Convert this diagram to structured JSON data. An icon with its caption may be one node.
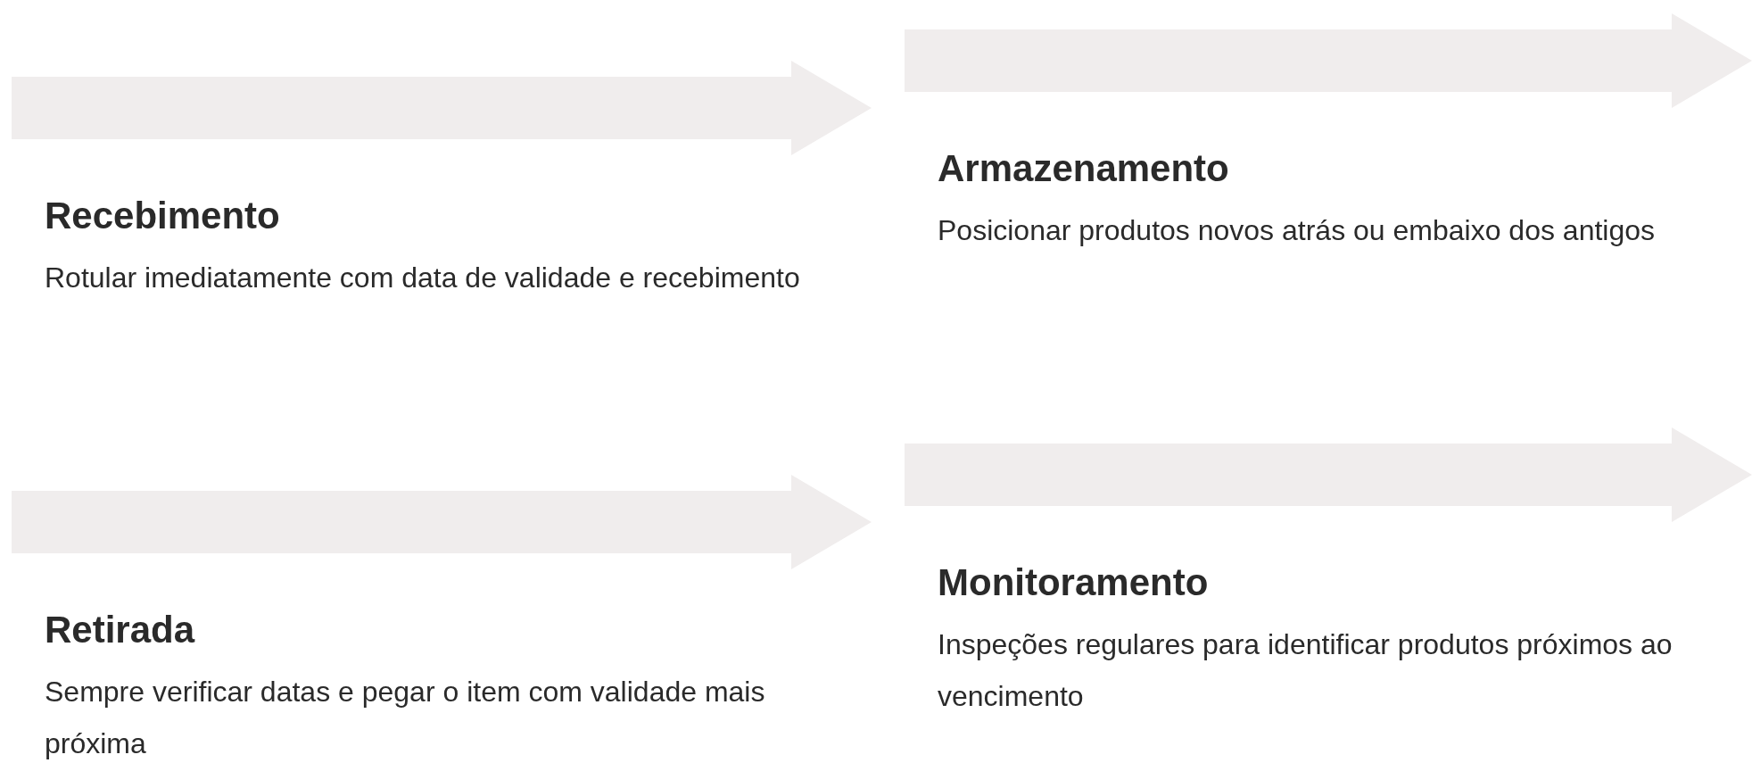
{
  "diagram": {
    "nodes": [
      {
        "text": [
          "Recebimento",
          "Rotular imediatamente com data de validade e recebimento"
        ]
      },
      {
        "text": [
          "Armazenamento",
          "Posicionar produtos novos atrás ou embaixo dos antigos"
        ]
      },
      {
        "text": [
          "Retirada",
          "Sempre verificar datas e pegar o item com validade mais próxima"
        ]
      },
      {
        "text": [
          "Monitoramento",
          "Inspeções regulares para identificar produtos próximos ao vencimento"
        ]
      }
    ]
  }
}
